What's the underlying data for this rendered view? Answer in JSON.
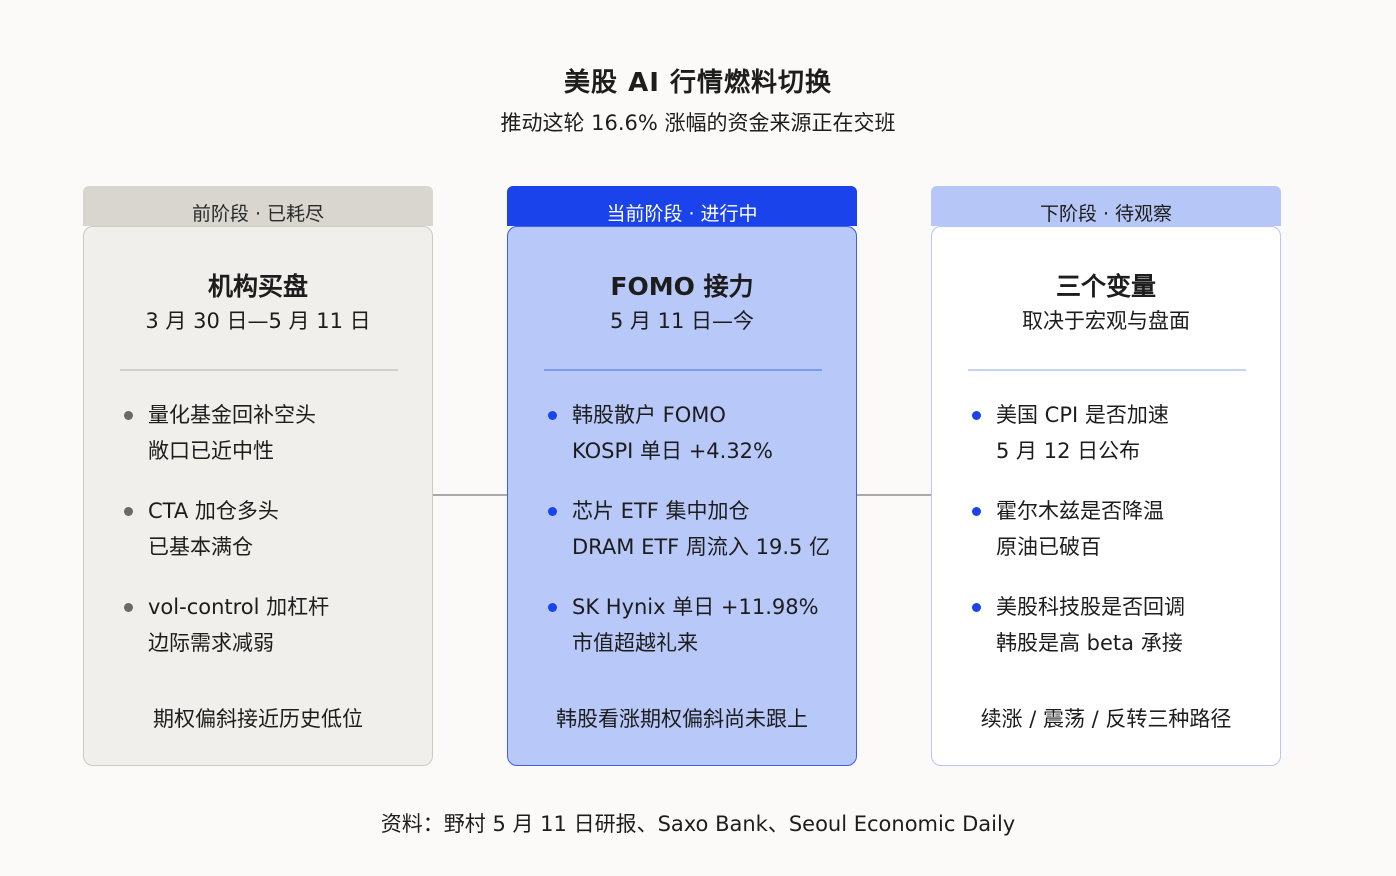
{
  "title": "美股 AI 行情燃料切换",
  "subtitle": "推动这轮 16.6% 涨幅的资金来源正在交班",
  "stages": [
    {
      "tab": "前阶段 · 已耗尽",
      "title": "机构买盘",
      "subtitle": "3 月 30 日—5 月 11 日",
      "bullets": [
        {
          "line1": "量化基金回补空头",
          "line2": "敞口已近中性"
        },
        {
          "line1": "CTA 加仓多头",
          "line2": "已基本满仓"
        },
        {
          "line1": "vol-control 加杠杆",
          "line2": "边际需求减弱"
        }
      ],
      "footer": "期权偏斜接近历史低位"
    },
    {
      "tab": "当前阶段 · 进行中",
      "title": "FOMO 接力",
      "subtitle": "5 月 11 日—今",
      "bullets": [
        {
          "line1": "韩股散户 FOMO",
          "line2": "KOSPI 单日 +4.32%"
        },
        {
          "line1": "芯片 ETF 集中加仓",
          "line2": "DRAM ETF 周流入 19.5 亿"
        },
        {
          "line1": "SK Hynix 单日 +11.98%",
          "line2": "市值超越礼来"
        }
      ],
      "footer": "韩股看涨期权偏斜尚未跟上"
    },
    {
      "tab": "下阶段 · 待观察",
      "title": "三个变量",
      "subtitle": "取决于宏观与盘面",
      "bullets": [
        {
          "line1": "美国 CPI 是否加速",
          "line2": "5 月 12 日公布"
        },
        {
          "line1": "霍尔木兹是否降温",
          "line2": "原油已破百"
        },
        {
          "line1": "美股科技股是否回调",
          "line2": "韩股是高 beta 承接"
        }
      ],
      "footer": "续涨 / 震荡 / 反转三种路径"
    }
  ],
  "source": "资料：野村 5 月 11 日研报、Saxo Bank、Seoul Economic Daily",
  "colors": {
    "accent": "#1a43ec",
    "current_card": "#b7c8f9",
    "previous_card": "#f0efeb",
    "next_tab": "#b6c7f7"
  }
}
